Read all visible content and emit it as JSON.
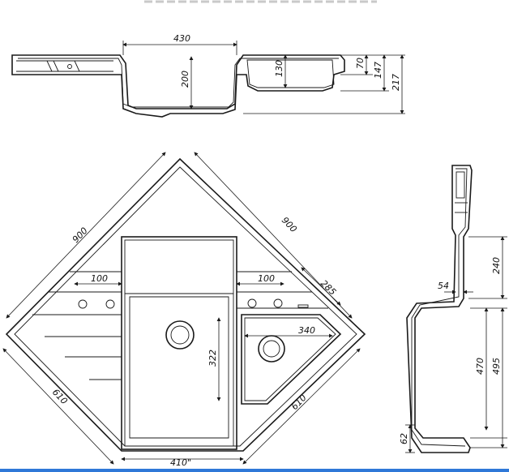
{
  "dimensions": {
    "top_view": {
      "width": "430",
      "depth_main_bowl": "200",
      "depth_small_bowl": "130",
      "d70": "70",
      "d147": "147",
      "d217": "217"
    },
    "plan_view": {
      "diag_left": "900",
      "diag_right": "900",
      "left_100": "100",
      "right_100": "100",
      "d285": "285",
      "d340": "340",
      "d322": "322",
      "side_left": "610",
      "side_right": "610",
      "bottom_410": "410\""
    },
    "side_view": {
      "d240": "240",
      "d54": "54",
      "d470": "470",
      "d495": "495",
      "d62": "62"
    }
  }
}
